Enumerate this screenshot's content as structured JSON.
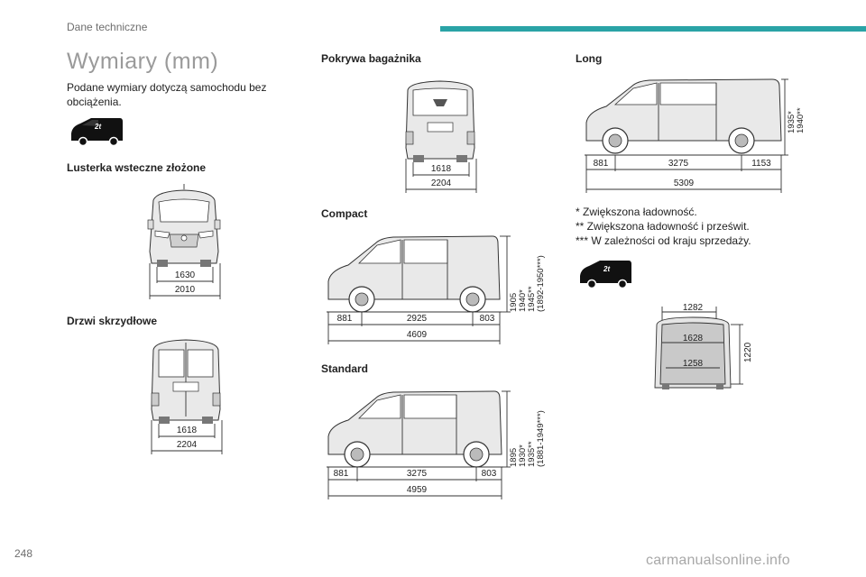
{
  "header": {
    "section": "Dane techniczne",
    "accent": "#2aa3a6"
  },
  "title": "Wymiary (mm)",
  "intro": "Podane wymiary dotyczą samochodu bez obciążenia.",
  "badges": [
    "2t",
    "2t"
  ],
  "captions": {
    "mirrors": "Lusterka wsteczne złożone",
    "doors": "Drzwi skrzydłowe",
    "tailgate": "Pokrywa bagażnika",
    "compact": "Compact",
    "standard": "Standard",
    "long": "Long"
  },
  "dims": {
    "mirrors": {
      "upper": "1630",
      "lower": "2010"
    },
    "doors": {
      "upper": "1618",
      "lower": "2204"
    },
    "tailgate": {
      "upper": "1618",
      "lower": "2204"
    },
    "compact": {
      "front": "881",
      "wheelbase": "2925",
      "rear": "803",
      "total": "4609",
      "height": [
        "1905",
        "1940*",
        "1945**",
        "(1892-1950***)"
      ]
    },
    "standard": {
      "front": "881",
      "wheelbase": "3275",
      "rear": "803",
      "total": "4959",
      "height": [
        "1895",
        "1930*",
        "1935**",
        "(1881-1949***)"
      ]
    },
    "long": {
      "front": "881",
      "wheelbase": "3275",
      "rear": "1153",
      "total": "5309",
      "height": [
        "1935*",
        "1940**"
      ]
    },
    "cargo": {
      "top": "1282",
      "middle": "1628",
      "bottom": "1258",
      "height": "1220"
    }
  },
  "notes": [
    "* Zwiększona ładowność.",
    "** Zwiększona ładowność i prześwit.",
    "*** W zależności od kraju sprzedaży."
  ],
  "page_number": "248",
  "watermark": "carmanualsonline.info"
}
